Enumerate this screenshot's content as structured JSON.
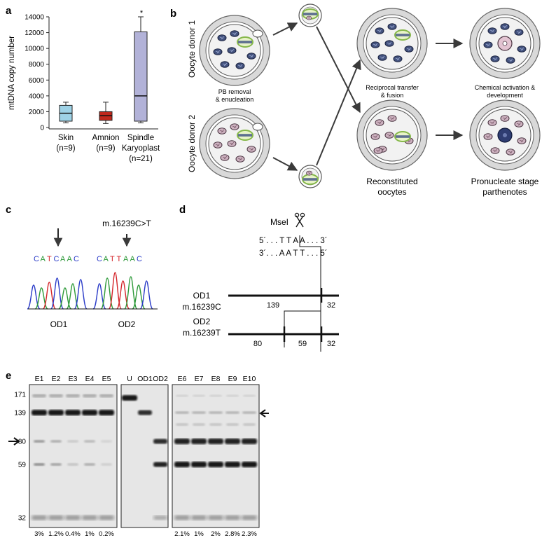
{
  "panel_labels": {
    "a": "a",
    "b": "b",
    "c": "c",
    "d": "d",
    "e": "e"
  },
  "chart_data": {
    "type": "box",
    "ylabel": "mtDNA copy number",
    "ylim": [
      0,
      14000
    ],
    "yticks": [
      0,
      2000,
      4000,
      6000,
      8000,
      10000,
      12000,
      14000
    ],
    "groups": [
      {
        "label_line1": "Skin",
        "label_line2": "(n=9)",
        "label_line3": "",
        "color": "#9ed2e6",
        "whisker_low": 600,
        "q1": 800,
        "median": 1800,
        "q3": 2800,
        "whisker_high": 3200,
        "annotation": ""
      },
      {
        "label_line1": "Amnion",
        "label_line2": "(n=9)",
        "label_line3": "",
        "color": "#c0281c",
        "whisker_low": 500,
        "q1": 900,
        "median": 1500,
        "q3": 2000,
        "whisker_high": 3200,
        "annotation": ""
      },
      {
        "label_line1": "Spindle",
        "label_line2": "Karyoplast",
        "label_line3": "(n=21)",
        "color": "#b2b2d8",
        "whisker_low": 600,
        "q1": 800,
        "median": 4000,
        "q3": 12100,
        "whisker_high": 14000,
        "annotation": "*"
      }
    ]
  },
  "schematic": {
    "donor1": "Oocyte donor 1",
    "donor2": "Oocyte donor 2",
    "pb_line1": "PB removal",
    "pb_line2": "& enucleation",
    "transfer_line1": "Reciprocal transfer",
    "transfer_line2": "& fusion",
    "activation_line1": "Chemical activation &",
    "activation_line2": "development",
    "reconstituted_line1": "Reconstituted",
    "reconstituted_line2": "oocytes",
    "pronucleate_line1": "Pronucleate stage",
    "pronucleate_line2": "parthenotes"
  },
  "sequencing": {
    "mutation_label": "m.16239C>T",
    "seq1": [
      "C",
      "A",
      "T",
      "C",
      "A",
      "A",
      "C"
    ],
    "seq2": [
      "C",
      "A",
      "T",
      "T",
      "A",
      "A",
      "C"
    ],
    "sample1": "OD1",
    "sample2": "OD2"
  },
  "restriction": {
    "enzyme": "MseI",
    "top_strand": "5´. . . T T A A . . . 3´",
    "bottom_strand": "3´. . . A A T T . . . 5´",
    "od1_name": "OD1",
    "od1_allele": "m.16239C",
    "od1_frag_a": "139",
    "od1_frag_b": "32",
    "od2_name": "OD2",
    "od2_allele": "m.16239T",
    "od2_frag_a": "80",
    "od2_frag_b": "59",
    "od2_frag_c": "32"
  },
  "gel": {
    "lanes_left": [
      "E1",
      "E2",
      "E3",
      "E4",
      "E5"
    ],
    "lanes_mid": [
      "U",
      "OD1",
      "OD2"
    ],
    "lanes_right": [
      "E6",
      "E7",
      "E8",
      "E9",
      "E10"
    ],
    "size_markers": [
      "171",
      "139",
      "80",
      "59",
      "32"
    ],
    "percent_left": [
      "3%",
      "1.2%",
      "0.4%",
      "1%",
      "0.2%"
    ],
    "percent_right": [
      "2.1%",
      "1%",
      "2%",
      "2.8%",
      "2.3%"
    ]
  }
}
